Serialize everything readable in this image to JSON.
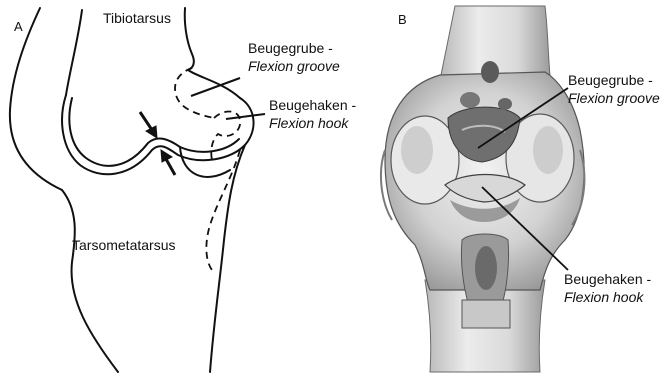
{
  "panel_a": {
    "letter": "A",
    "tibiotarsus": "Tibiotarsus",
    "tarsometatarsus": "Tarsometatarsus",
    "groove": {
      "de": "Beugegrube -",
      "en": "Flexion groove"
    },
    "hook": {
      "de": "Beugehaken -",
      "en": "Flexion hook"
    }
  },
  "panel_b": {
    "letter": "B",
    "groove": {
      "de": "Beugegrube -",
      "en": "Flexion groove"
    },
    "hook": {
      "de": "Beugehaken -",
      "en": "Flexion hook"
    }
  }
}
